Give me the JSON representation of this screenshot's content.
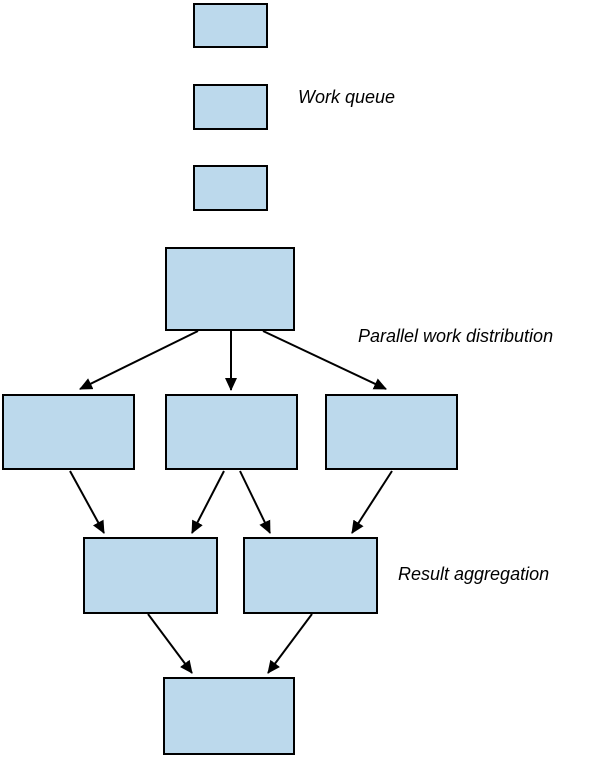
{
  "diagram": {
    "labels": {
      "work_queue": "Work queue",
      "parallel_distribution": "Parallel work distribution",
      "result_aggregation": "Result aggregation"
    },
    "colors": {
      "node_fill": "#bcd9ec",
      "node_border": "#000000",
      "arrow": "#000000",
      "background": "#ffffff"
    },
    "structure": {
      "work_queue_items": 3,
      "distribution_nodes": 1,
      "worker_nodes": 3,
      "aggregation_nodes": 2,
      "final_nodes": 1,
      "flow": "work queue -> parallel work distribution -> result aggregation -> final result"
    }
  }
}
